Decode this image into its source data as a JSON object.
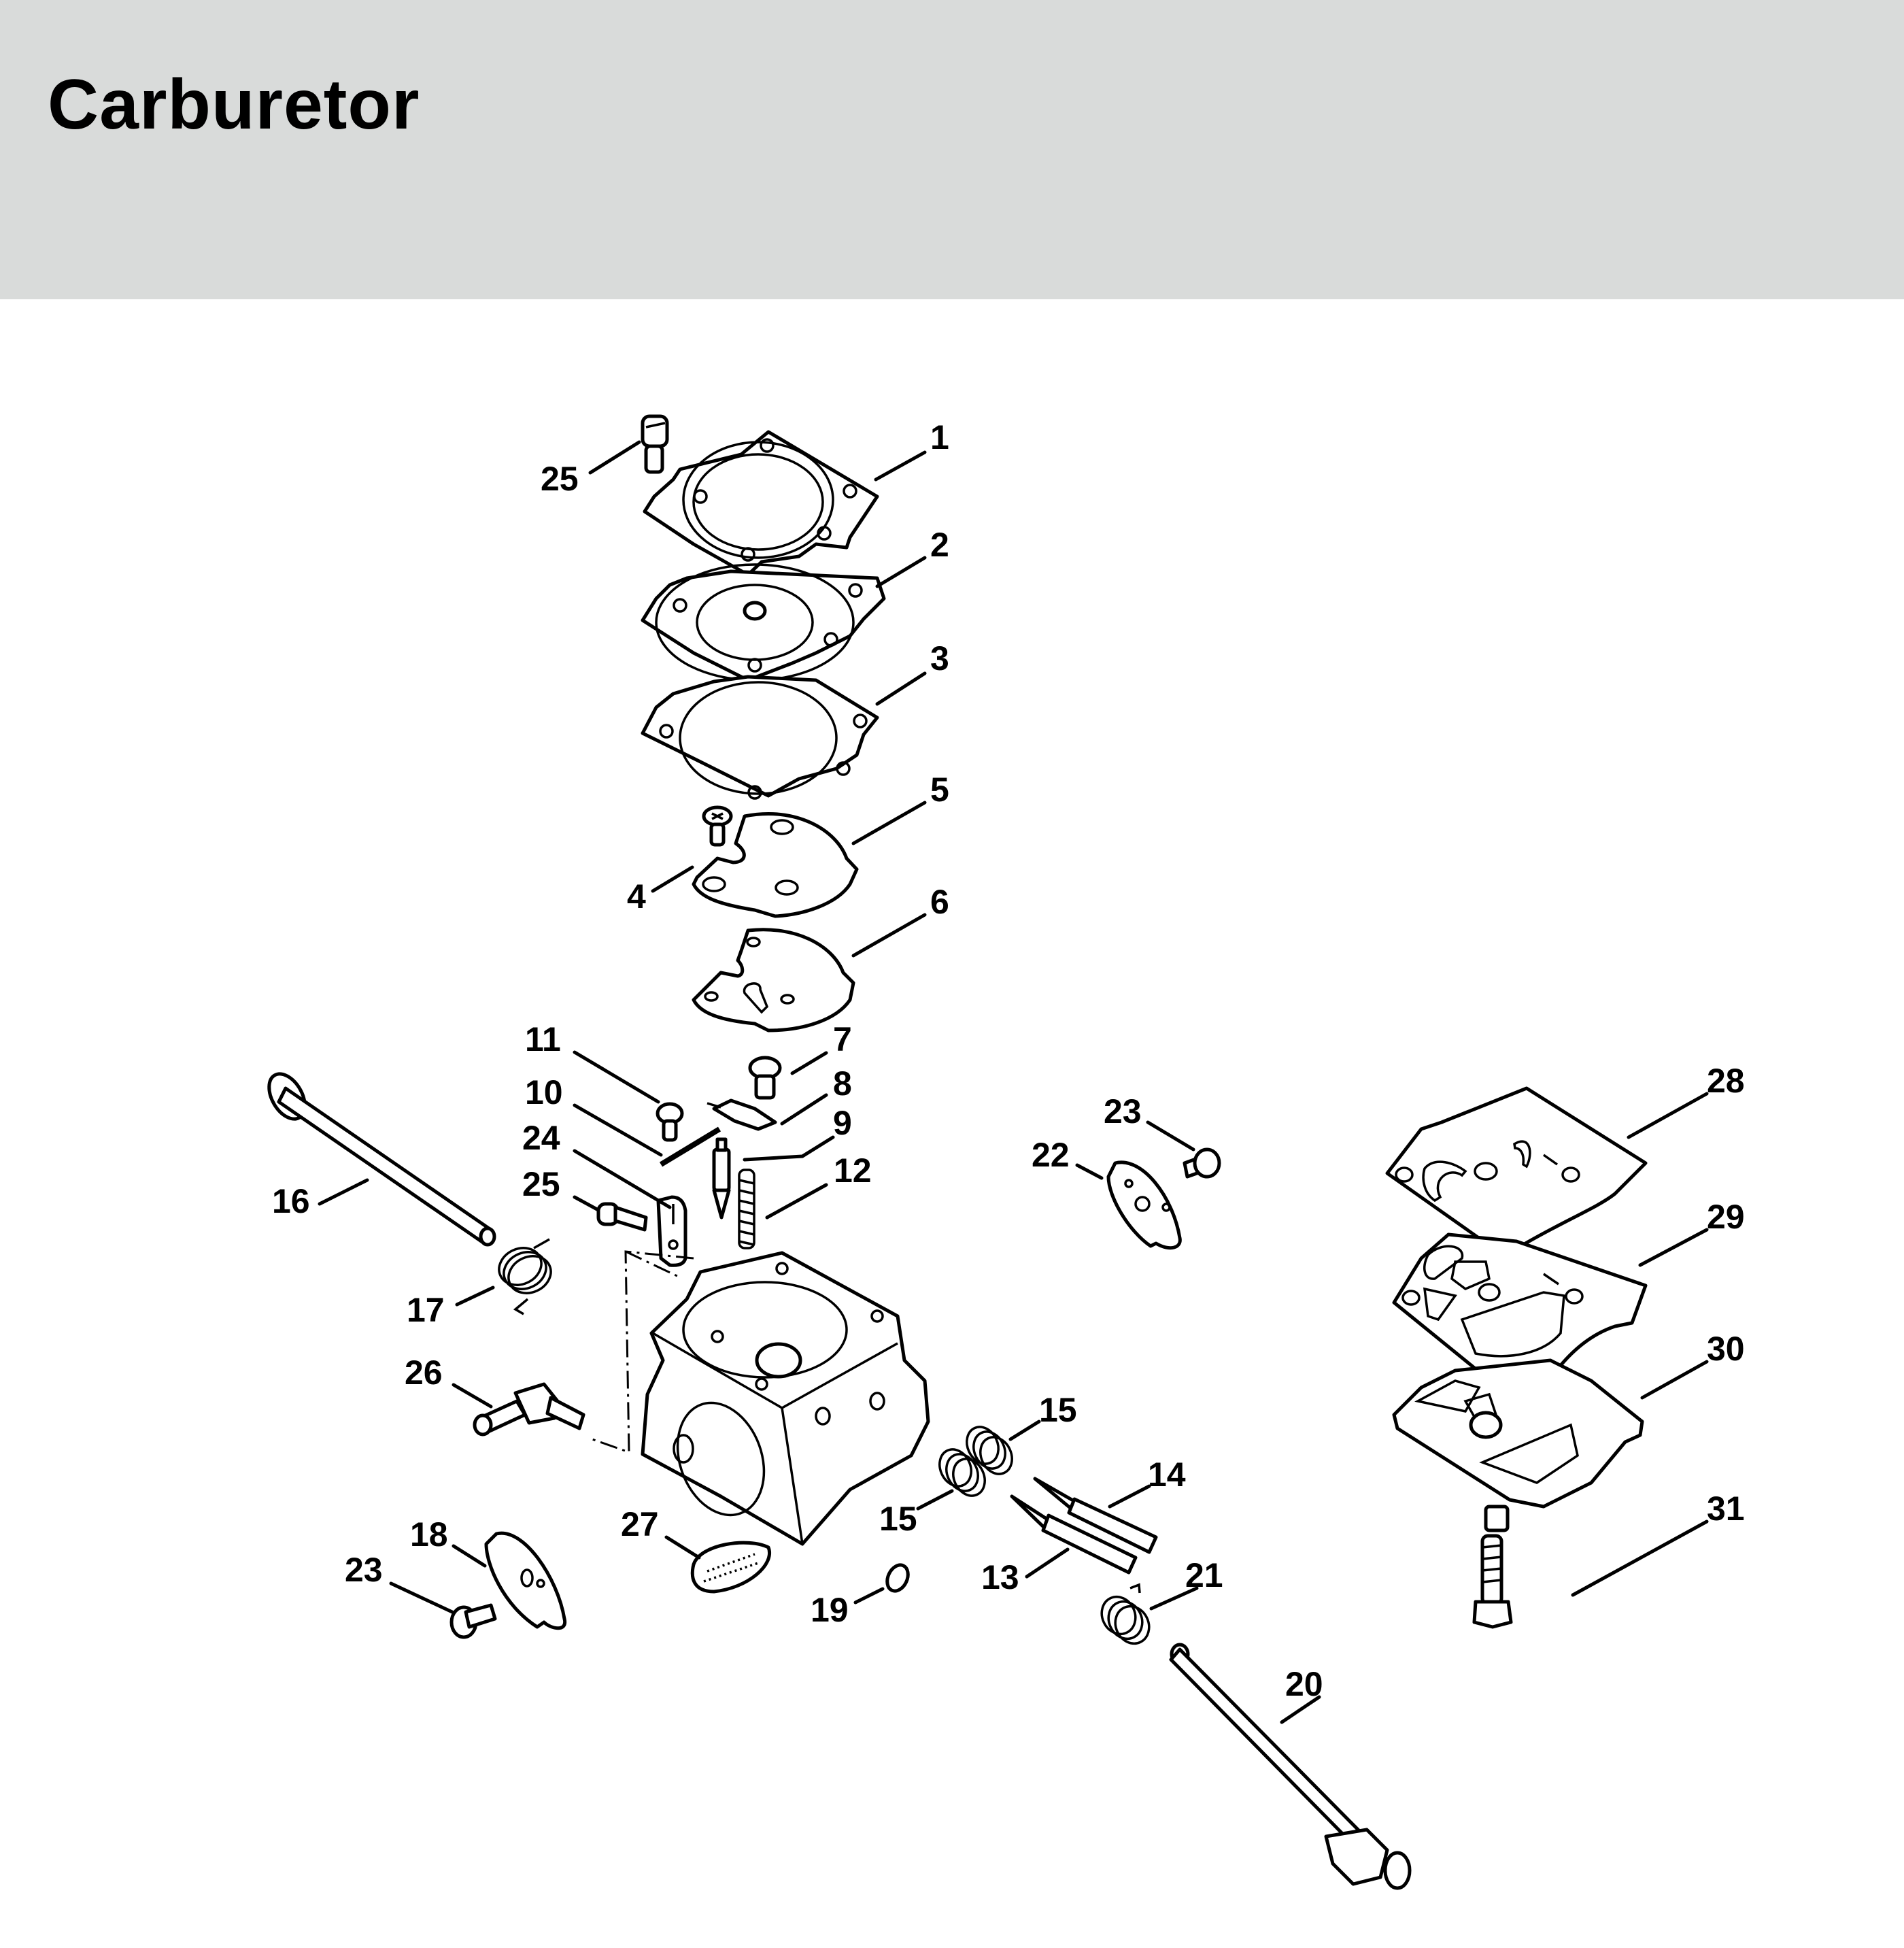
{
  "header": {
    "title": "Carburetor",
    "background_color": "#d9dbda"
  },
  "diagram": {
    "type": "exploded-parts-view",
    "callouts": [
      {
        "id": "c1",
        "number": "1"
      },
      {
        "id": "c2",
        "number": "2"
      },
      {
        "id": "c3",
        "number": "3"
      },
      {
        "id": "c4",
        "number": "4"
      },
      {
        "id": "c5",
        "number": "5"
      },
      {
        "id": "c6",
        "number": "6"
      },
      {
        "id": "c7",
        "number": "7"
      },
      {
        "id": "c8",
        "number": "8"
      },
      {
        "id": "c9",
        "number": "9"
      },
      {
        "id": "c10",
        "number": "10"
      },
      {
        "id": "c11",
        "number": "11"
      },
      {
        "id": "c12",
        "number": "12"
      },
      {
        "id": "c13",
        "number": "13"
      },
      {
        "id": "c14",
        "number": "14"
      },
      {
        "id": "c15a",
        "number": "15"
      },
      {
        "id": "c15b",
        "number": "15"
      },
      {
        "id": "c16",
        "number": "16"
      },
      {
        "id": "c17",
        "number": "17"
      },
      {
        "id": "c18",
        "number": "18"
      },
      {
        "id": "c19",
        "number": "19"
      },
      {
        "id": "c20",
        "number": "20"
      },
      {
        "id": "c21",
        "number": "21"
      },
      {
        "id": "c22",
        "number": "22"
      },
      {
        "id": "c23a",
        "number": "23"
      },
      {
        "id": "c23b",
        "number": "23"
      },
      {
        "id": "c24",
        "number": "24"
      },
      {
        "id": "c25a",
        "number": "25"
      },
      {
        "id": "c25b",
        "number": "25"
      },
      {
        "id": "c26",
        "number": "26"
      },
      {
        "id": "c27",
        "number": "27"
      },
      {
        "id": "c28",
        "number": "28"
      },
      {
        "id": "c29",
        "number": "29"
      },
      {
        "id": "c30",
        "number": "30"
      },
      {
        "id": "c31",
        "number": "31"
      }
    ]
  }
}
